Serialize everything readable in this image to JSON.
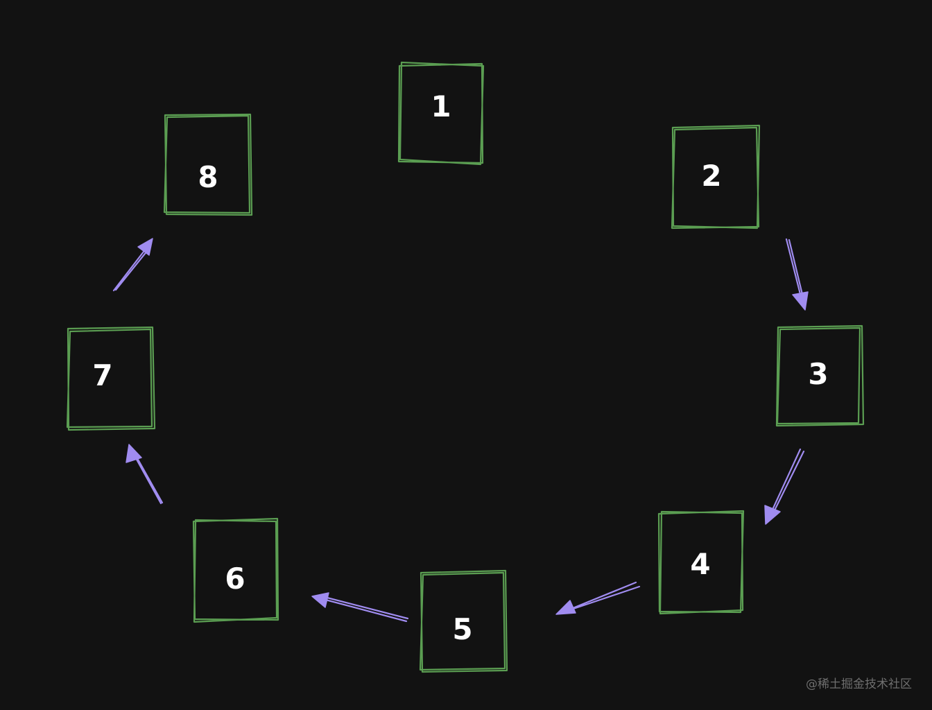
{
  "diagram": {
    "boxes": [
      {
        "label": "1"
      },
      {
        "label": "2"
      },
      {
        "label": "3"
      },
      {
        "label": "4"
      },
      {
        "label": "5"
      },
      {
        "label": "6"
      },
      {
        "label": "7"
      },
      {
        "label": "8"
      }
    ],
    "arrows": [
      {
        "from": "2",
        "to": "3"
      },
      {
        "from": "3",
        "to": "4"
      },
      {
        "from": "4",
        "to": "5"
      },
      {
        "from": "5",
        "to": "6"
      },
      {
        "from": "6",
        "to": "7"
      },
      {
        "from": "7",
        "to": "8"
      }
    ],
    "colors": {
      "background": "#121212",
      "box_stroke": "#5b9e52",
      "arrow_stroke": "#a08cf0",
      "text": "#ffffff",
      "watermark": "#6e6e6e"
    }
  },
  "watermark": "@稀土掘金技术社区"
}
